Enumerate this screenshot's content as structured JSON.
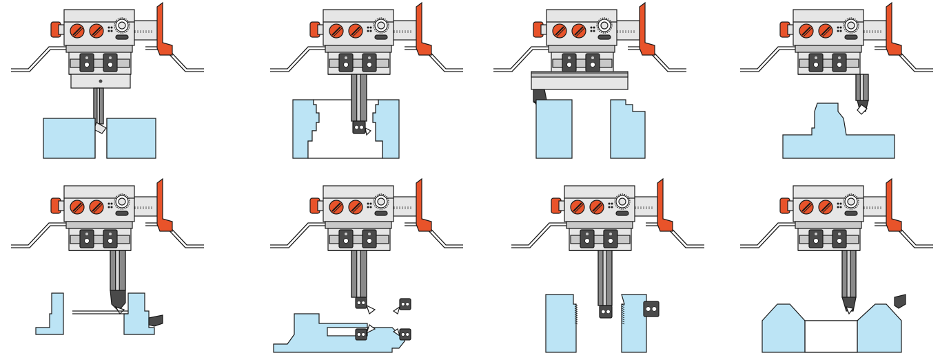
{
  "colors": {
    "accent": "#E8532A",
    "body_light": "#E6E6E6",
    "body_mid": "#C8C8C8",
    "body_dark": "#4A4A4A",
    "workpiece": "#BCE4F5",
    "outline": "#1A1A1A",
    "background": "#FFFFFF"
  },
  "panels": [
    {
      "scene": "bore-through-ball-tool"
    },
    {
      "scene": "stepped-bore-boring-bar"
    },
    {
      "scene": "wide-slide-facing-tool"
    },
    {
      "scene": "shoulder-chamfer-tool"
    },
    {
      "scene": "internal-groove-angled-tool"
    },
    {
      "scene": "internal-profile-multi-inserts"
    },
    {
      "scene": "internal-thread-insert"
    },
    {
      "scene": "outer-taper-chamfer-tool"
    }
  ]
}
